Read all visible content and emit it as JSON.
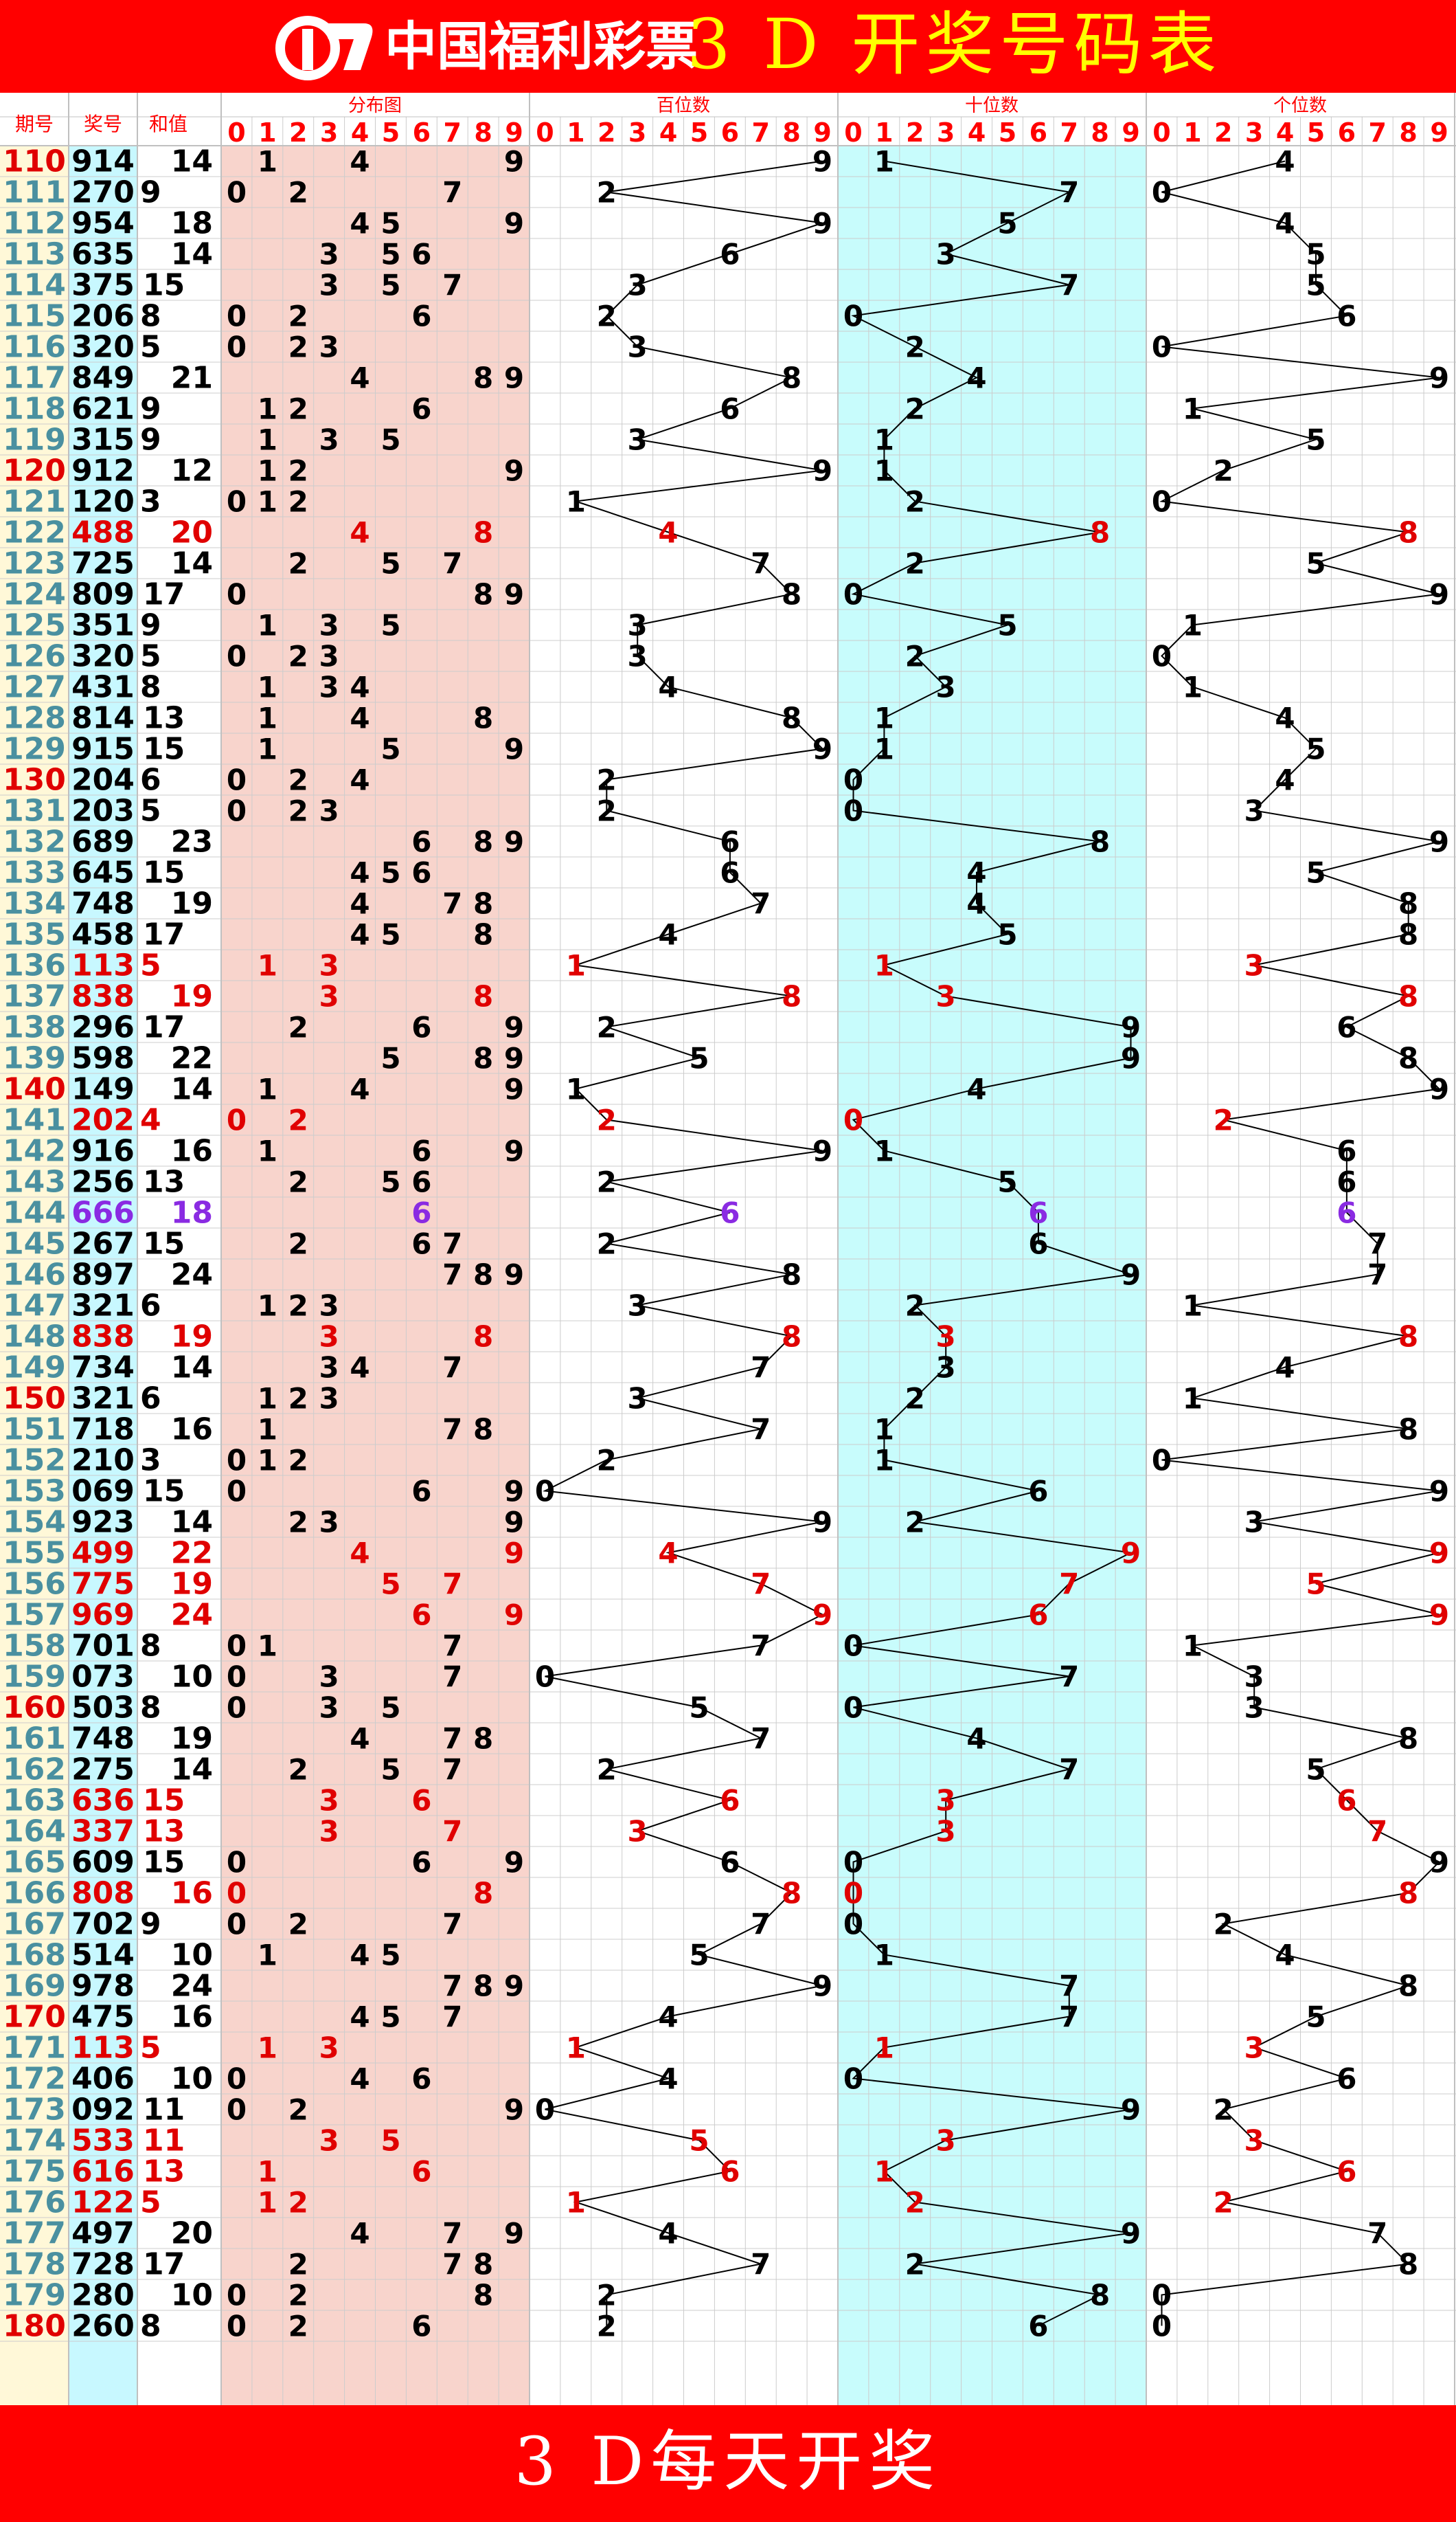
{
  "header": {
    "logo_text": "中国福利彩票",
    "title": "3 D 开奖号码表"
  },
  "footer": {
    "text": "3 D每天开奖"
  },
  "table": {
    "columns": {
      "period": "期号",
      "number": "奖号",
      "sum": "和值",
      "distribution": "分布图",
      "hundreds": "百位数",
      "tens": "十位数",
      "units": "个位数"
    },
    "digit_labels": [
      "0",
      "1",
      "2",
      "3",
      "4",
      "5",
      "6",
      "7",
      "8",
      "9"
    ],
    "rows": [
      {
        "period": "110",
        "number": "914"
      },
      {
        "period": "111",
        "number": "270"
      },
      {
        "period": "112",
        "number": "954"
      },
      {
        "period": "113",
        "number": "635"
      },
      {
        "period": "114",
        "number": "375"
      },
      {
        "period": "115",
        "number": "206"
      },
      {
        "period": "116",
        "number": "320"
      },
      {
        "period": "117",
        "number": "849"
      },
      {
        "period": "118",
        "number": "621"
      },
      {
        "period": "119",
        "number": "315"
      },
      {
        "period": "120",
        "number": "912"
      },
      {
        "period": "121",
        "number": "120"
      },
      {
        "period": "122",
        "number": "488"
      },
      {
        "period": "123",
        "number": "725"
      },
      {
        "period": "124",
        "number": "809"
      },
      {
        "period": "125",
        "number": "351"
      },
      {
        "period": "126",
        "number": "320"
      },
      {
        "period": "127",
        "number": "431"
      },
      {
        "period": "128",
        "number": "814"
      },
      {
        "period": "129",
        "number": "915"
      },
      {
        "period": "130",
        "number": "204"
      },
      {
        "period": "131",
        "number": "203"
      },
      {
        "period": "132",
        "number": "689"
      },
      {
        "period": "133",
        "number": "645"
      },
      {
        "period": "134",
        "number": "748"
      },
      {
        "period": "135",
        "number": "458"
      },
      {
        "period": "136",
        "number": "113"
      },
      {
        "period": "137",
        "number": "838"
      },
      {
        "period": "138",
        "number": "296"
      },
      {
        "period": "139",
        "number": "598"
      },
      {
        "period": "140",
        "number": "149"
      },
      {
        "period": "141",
        "number": "202"
      },
      {
        "period": "142",
        "number": "916"
      },
      {
        "period": "143",
        "number": "256"
      },
      {
        "period": "144",
        "number": "666"
      },
      {
        "period": "145",
        "number": "267"
      },
      {
        "period": "146",
        "number": "897"
      },
      {
        "period": "147",
        "number": "321"
      },
      {
        "period": "148",
        "number": "838"
      },
      {
        "period": "149",
        "number": "734"
      },
      {
        "period": "150",
        "number": "321"
      },
      {
        "period": "151",
        "number": "718"
      },
      {
        "period": "152",
        "number": "210"
      },
      {
        "period": "153",
        "number": "069"
      },
      {
        "period": "154",
        "number": "923"
      },
      {
        "period": "155",
        "number": "499"
      },
      {
        "period": "156",
        "number": "775"
      },
      {
        "period": "157",
        "number": "969"
      },
      {
        "period": "158",
        "number": "701"
      },
      {
        "period": "159",
        "number": "073"
      },
      {
        "period": "160",
        "number": "503"
      },
      {
        "period": "161",
        "number": "748"
      },
      {
        "period": "162",
        "number": "275"
      },
      {
        "period": "163",
        "number": "636"
      },
      {
        "period": "164",
        "number": "337"
      },
      {
        "period": "165",
        "number": "609"
      },
      {
        "period": "166",
        "number": "808"
      },
      {
        "period": "167",
        "number": "702"
      },
      {
        "period": "168",
        "number": "514"
      },
      {
        "period": "169",
        "number": "978"
      },
      {
        "period": "170",
        "number": "475"
      },
      {
        "period": "171",
        "number": "113"
      },
      {
        "period": "172",
        "number": "406"
      },
      {
        "period": "173",
        "number": "092"
      },
      {
        "period": "174",
        "number": "533"
      },
      {
        "period": "175",
        "number": "616"
      },
      {
        "period": "176",
        "number": "122"
      },
      {
        "period": "177",
        "number": "497"
      },
      {
        "period": "178",
        "number": "728"
      },
      {
        "period": "179",
        "number": "280"
      },
      {
        "period": "180",
        "number": "260"
      }
    ]
  },
  "colors": {
    "brand_red": "#ff0000",
    "title_yellow": "#ffff00",
    "period_bg": "#fff8d8",
    "number_bg": "#c8f8ff",
    "distribution_bg": "#f8d4cc",
    "tens_bg": "#c8fcfc",
    "period_text": "#4a90a0",
    "period_highlight": "#e00000",
    "pair_color": "#e00000",
    "triple_color": "#8a2be2",
    "text": "#000000",
    "grid_line": "#cccccc"
  }
}
